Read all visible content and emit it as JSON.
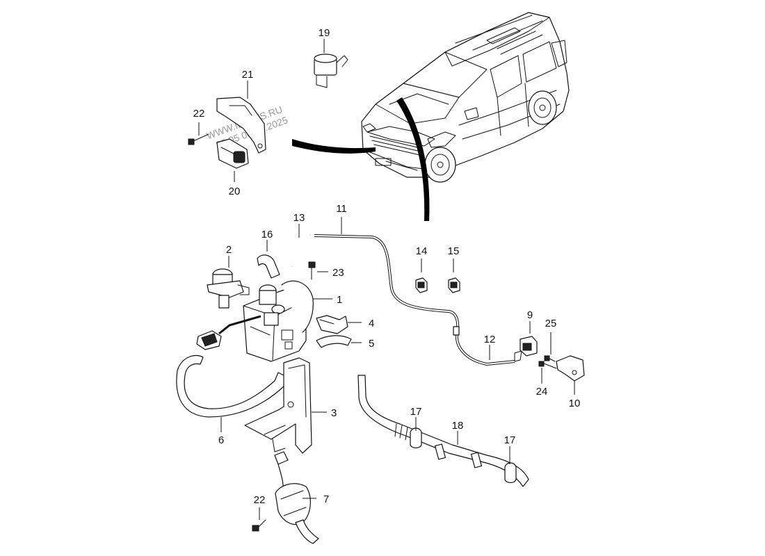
{
  "watermark": {
    "line1": "WWW.ILCATS.RU",
    "line2": "23.05 08.06.2025"
  },
  "callouts": {
    "c1": "1",
    "c2": "2",
    "c3": "3",
    "c4": "4",
    "c5": "5",
    "c6": "6",
    "c7": "7",
    "c9": "9",
    "c10": "10",
    "c11": "11",
    "c12": "12",
    "c13": "13",
    "c14": "14",
    "c15": "15",
    "c16": "16",
    "c17a": "17",
    "c17b": "17",
    "c18": "18",
    "c19": "19",
    "c20": "20",
    "c21": "21",
    "c22a": "22",
    "c22b": "22",
    "c23": "23",
    "c24": "24",
    "c25": "25"
  }
}
